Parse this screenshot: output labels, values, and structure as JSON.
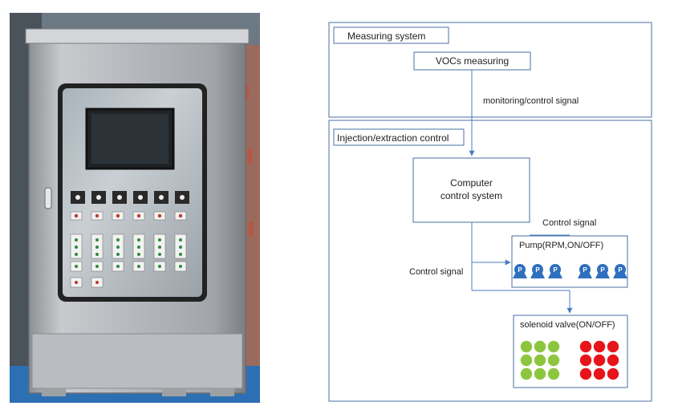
{
  "diagram": {
    "measuring_system_label": "Measuring system",
    "vocs_measuring_label": "VOCs measuring",
    "monitoring_signal_label": "monitoring/control signal",
    "injection_control_label": "Injection/extraction control",
    "computer_label_line1": "Computer",
    "computer_label_line2": "control system",
    "control_signal_right_label": "Control signal",
    "control_signal_left_label": "Control signal",
    "pump_label": "Pump(RPM,ON/OFF)",
    "pump_icon_letter": "P",
    "pump_count": 6,
    "solenoid_label": "solenoid valve(ON/OFF)",
    "valve_green_count": 9,
    "valve_red_count": 9
  },
  "colors": {
    "box_border": "#4a6fa5",
    "arrow": "#4a7cc0",
    "pump_blue": "#2f6fbf",
    "valve_green": "#8cc63f",
    "valve_red": "#e8141b"
  },
  "photo": {
    "subject": "stainless-steel control cabinet with window, display screen, dials and indicator buttons"
  }
}
